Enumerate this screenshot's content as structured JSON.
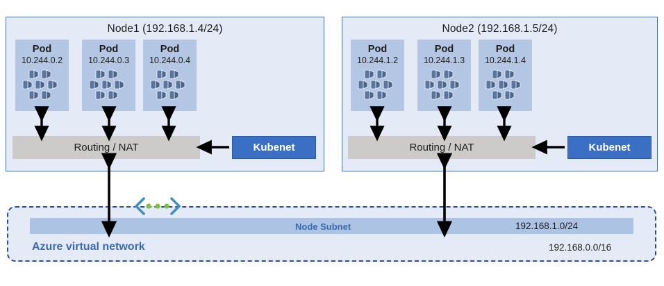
{
  "diagram": {
    "title_present": false,
    "colors": {
      "node_fill": "#e4ebf7",
      "node_border": "#4a6fa8",
      "pod_fill": "#b3c6e3",
      "pod_icon": "#4f6e99",
      "routing_fill": "#cdcbc9",
      "kubenet_fill": "#3b6fc4",
      "vnet_border": "#2d4f8e",
      "subnet_fill": "#adc3e3",
      "accent_text": "#3a6ab0",
      "chevron": "#3d8fc4",
      "dots": "#7ac143",
      "arrow": "#000000"
    },
    "nodes": [
      {
        "id": "node1",
        "title": "Node1 (192.168.1.4/24)",
        "pods": [
          {
            "name": "Pod",
            "ip": "10.244.0.2"
          },
          {
            "name": "Pod",
            "ip": "10.244.0.3"
          },
          {
            "name": "Pod",
            "ip": "10.244.0.4"
          }
        ],
        "routing_label": "Routing / NAT",
        "kubenet_label": "Kubenet"
      },
      {
        "id": "node2",
        "title": "Node2 (192.168.1.5/24)",
        "pods": [
          {
            "name": "Pod",
            "ip": "10.244.1.2"
          },
          {
            "name": "Pod",
            "ip": "10.244.1.3"
          },
          {
            "name": "Pod",
            "ip": "10.244.1.4"
          }
        ],
        "routing_label": "Routing / NAT",
        "kubenet_label": "Kubenet"
      }
    ],
    "vnet": {
      "label": "Azure virtual network",
      "cidr": "192.168.0.0/16",
      "subnet": {
        "label": "Node Subnet",
        "cidr": "192.168.1.0/24"
      }
    },
    "icons": {
      "pod_icon": "pod-cluster-icon",
      "chevron_dots": "chevron-dots-icon",
      "arrow_bidirectional": "double-arrow-icon",
      "arrow_single": "arrow-icon"
    }
  }
}
